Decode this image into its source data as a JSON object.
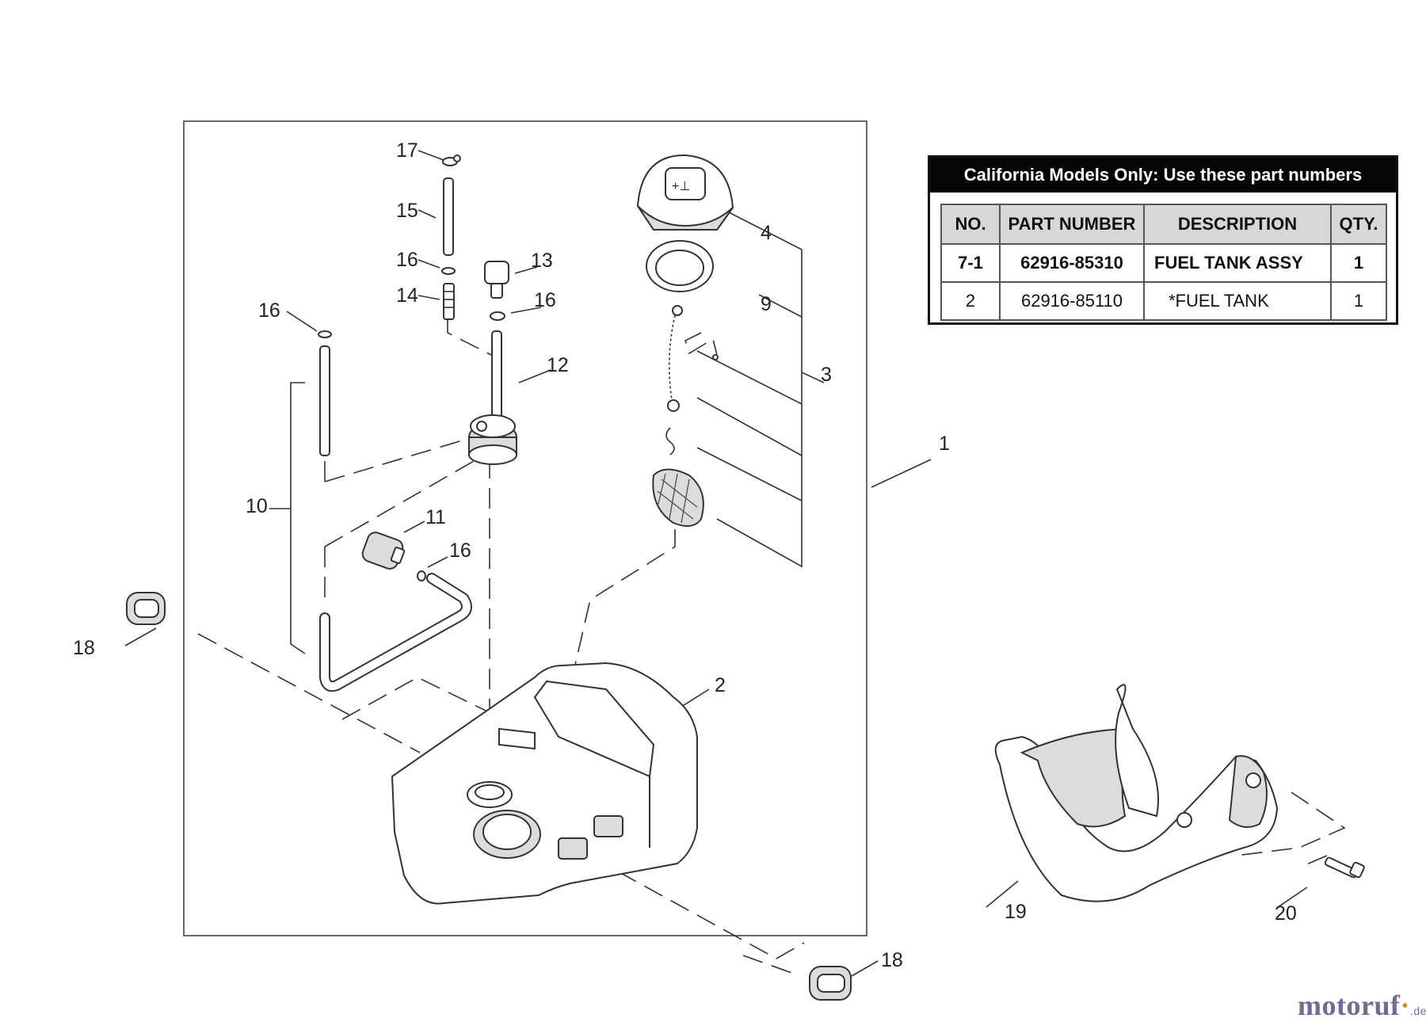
{
  "callouts": {
    "c1": "1",
    "c2": "2",
    "c3": "3",
    "c4": "4",
    "c9": "9",
    "c10": "10",
    "c11": "11",
    "c12": "12",
    "c13": "13",
    "c14": "14",
    "c15": "15",
    "c16a": "16",
    "c16b": "16",
    "c16c": "16",
    "c16d": "16",
    "c17": "17",
    "c18a": "18",
    "c18b": "18",
    "c19": "19",
    "c20": "20"
  },
  "california_table": {
    "title": "California Models Only: Use these part numbers",
    "headers": [
      "NO.",
      "PART NUMBER",
      "DESCRIPTION",
      "QTY."
    ],
    "rows": [
      [
        "7-1",
        "62916-85310",
        "FUEL TANK ASSY",
        "1"
      ],
      [
        "2",
        "62916-85110",
        "*FUEL TANK",
        "1"
      ]
    ]
  },
  "watermark": {
    "main": "motoruf",
    "accent": "·",
    "suffix": ".de"
  }
}
